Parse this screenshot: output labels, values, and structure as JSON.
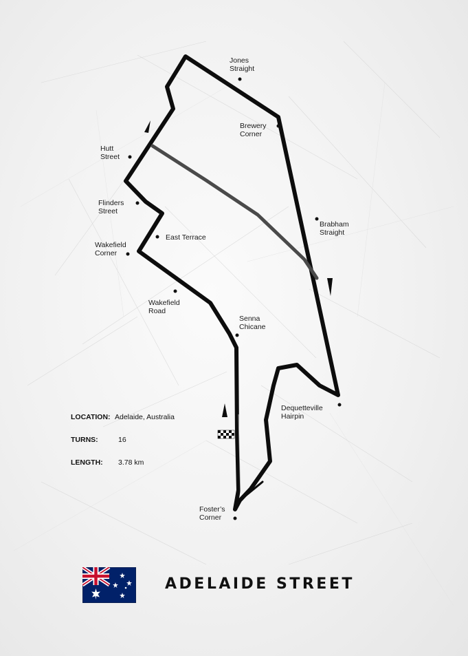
{
  "poster": {
    "title": "ADELAIDE STREET",
    "country_flag": "australia-flag-icon"
  },
  "info": {
    "location_label": "LOCATION:",
    "location_value": "Adelaide, Australia",
    "turns_label": "TURNS:",
    "turns_value": "16",
    "length_label": "LENGTH:",
    "length_value": "3.78 km"
  },
  "corners": [
    {
      "line1": "Jones",
      "line2": "Straight"
    },
    {
      "line1": "Brewery",
      "line2": "Corner"
    },
    {
      "line1": "Hutt",
      "line2": "Street"
    },
    {
      "line1": "Flinders",
      "line2": "Street"
    },
    {
      "line1": "East Terrace",
      "line2": ""
    },
    {
      "line1": "Wakefield",
      "line2": "Corner"
    },
    {
      "line1": "Brabham",
      "line2": "Straight"
    },
    {
      "line1": "Wakefield",
      "line2": "Road"
    },
    {
      "line1": "Senna",
      "line2": "Chicane"
    },
    {
      "line1": "Dequetteville",
      "line2": "Hairpin"
    },
    {
      "line1": "Foster’s",
      "line2": "Corner"
    }
  ],
  "colors": {
    "track": "#0d0d0d",
    "track_alt": "#4a4a4a",
    "background": "#f3f3f3",
    "flag_blue": "#012169",
    "flag_red": "#C8102E",
    "flag_white": "#ffffff"
  }
}
